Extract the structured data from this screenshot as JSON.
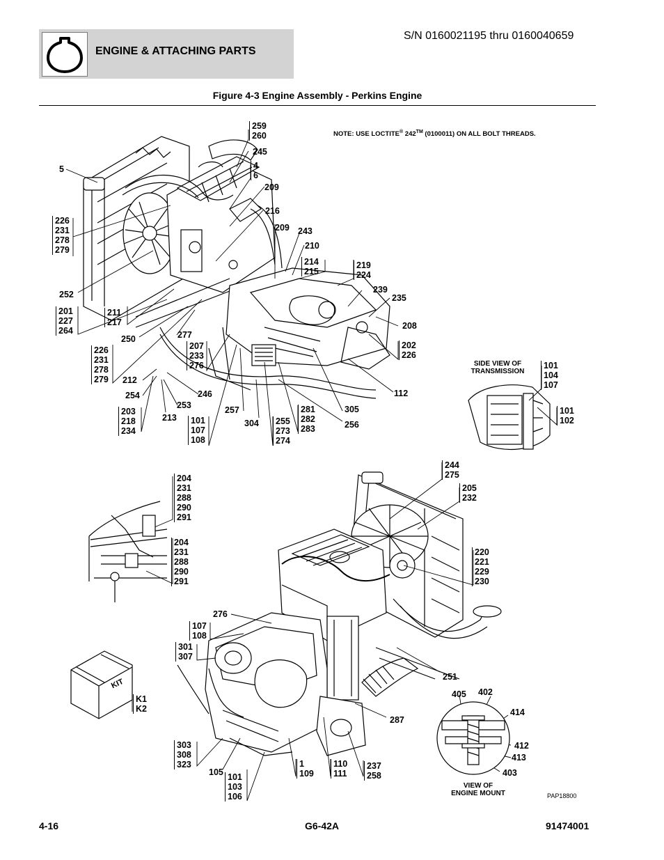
{
  "header": {
    "section_title": "ENGINE & ATTACHING PARTS",
    "serial_range": "S/N 0160021195 thru 0160040659",
    "icon": "engine-icon"
  },
  "figure_title": "Figure 4-3 Engine Assembly - Perkins Engine",
  "note": {
    "prefix": "NOTE: USE LOCTITE",
    "reg": "®",
    "product": " 242",
    "tm": "TM",
    "suffix": " (0100011) ON ALL BOLT THREADS."
  },
  "callouts": [
    "259\n260",
    "245",
    "4\n6",
    "209",
    "5",
    "216",
    "209",
    "243",
    "226\n231\n278\n279",
    "210",
    "214\n215",
    "219\n224",
    "239",
    "235",
    "252",
    "201\n227\n264",
    "211\n217",
    "250",
    "208",
    "277",
    "207\n233\n276",
    "202\n226",
    "226\n231\n278\n279",
    "212",
    "254",
    "246",
    "253",
    "203\n218\n234",
    "213",
    "257",
    "101\n107\n108",
    "304",
    "255\n273\n274",
    "281\n282\n283",
    "305",
    "256",
    "112",
    "101\n104\n107",
    "101\n102",
    "244\n275",
    "205\n232",
    "204\n231\n288\n290\n291",
    "204\n231\n288\n290\n291",
    "220\n221\n229\n230",
    "276",
    "107\n108",
    "301\n307",
    "251",
    "405",
    "402",
    "414",
    "K1\nK2",
    "287",
    "412",
    "413",
    "403",
    "303\n308\n323",
    "105",
    "101\n103\n106",
    "1\n109",
    "110\n111",
    "237\n258"
  ],
  "captions": {
    "side_view": "SIDE VIEW OF\nTRANSMISSION",
    "engine_mount": "VIEW OF\nENGINE MOUNT",
    "kit_label": "KIT"
  },
  "drawing_ref": "PAP18800",
  "footer": {
    "page": "4-16",
    "model": "G6-42A",
    "part_number": "91474001"
  }
}
